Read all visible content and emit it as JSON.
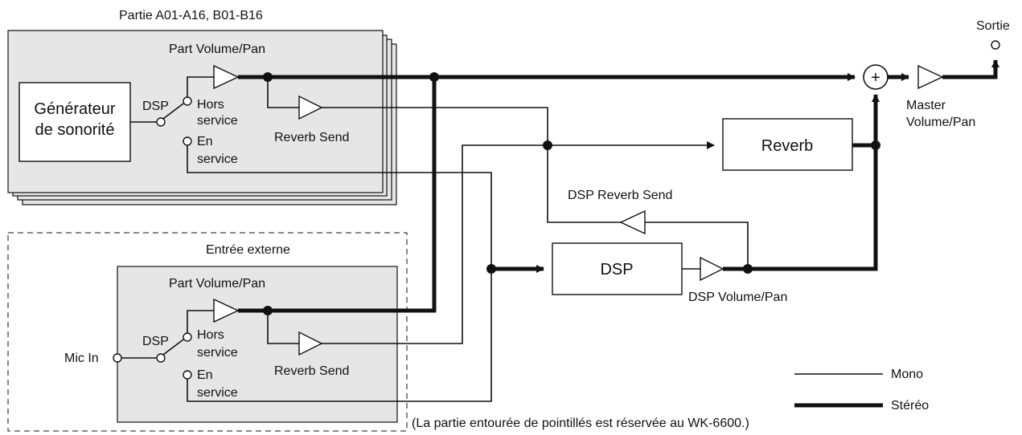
{
  "top_group": {
    "caption": "Partie A01-A16, B01-B16",
    "tone_generator": [
      "Générateur",
      "de sonorité"
    ],
    "dsp_label": "DSP",
    "off_label": [
      "Hors",
      "service"
    ],
    "on_label": [
      "En",
      "service"
    ],
    "part_volume": "Part Volume/Pan",
    "reverb_send": "Reverb Send"
  },
  "external_group": {
    "caption": "Entrée externe",
    "mic_in": "Mic In",
    "dsp_label": "DSP",
    "off_label": [
      "Hors",
      "service"
    ],
    "on_label": [
      "En",
      "service"
    ],
    "part_volume": "Part Volume/Pan",
    "reverb_send": "Reverb Send"
  },
  "effects": {
    "reverb": "Reverb",
    "dsp": "DSP",
    "dsp_reverb_send": "DSP Reverb Send",
    "dsp_volume": "DSP Volume/Pan",
    "mixer_symbol": "+"
  },
  "output": {
    "master": [
      "Master",
      "Volume/Pan"
    ],
    "label": "Sortie"
  },
  "legend": {
    "mono": "Mono",
    "stereo": "Stéréo"
  },
  "footnote": "(La partie entourée de pointillés est réservée au WK-6600.)"
}
